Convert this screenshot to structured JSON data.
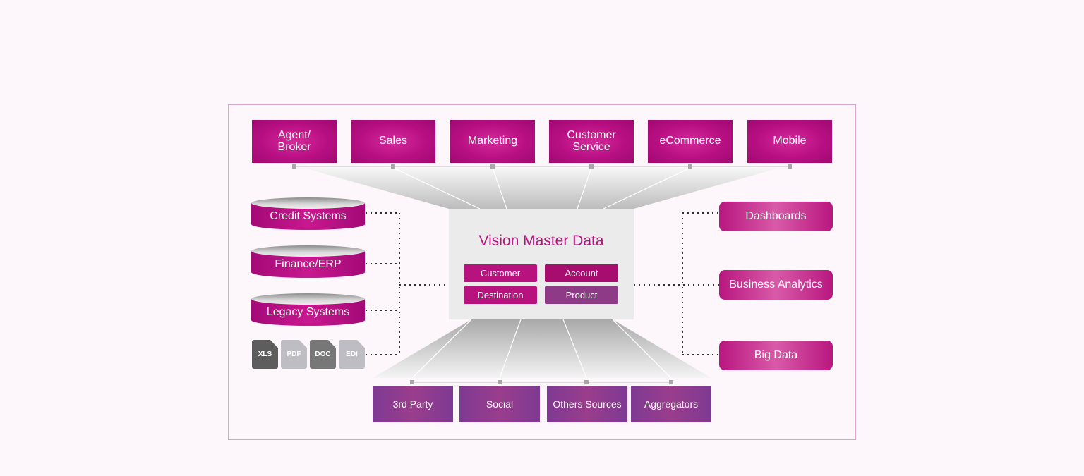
{
  "diagram": {
    "top_channels": [
      "Agent/\nBroker",
      "Sales",
      "Marketing",
      "Customer\nService",
      "eCommerce",
      "Mobile"
    ],
    "left_sources": [
      "Credit Systems",
      "Finance/ERP",
      "Legacy Systems"
    ],
    "file_types": [
      "XLS",
      "PDF",
      "DOC",
      "EDI"
    ],
    "core": {
      "title": "Vision Master Data",
      "entities": [
        "Customer",
        "Account",
        "Destination",
        "Product"
      ]
    },
    "right_outputs": [
      "Dashboards",
      "Business Analytics",
      "Big Data"
    ],
    "bottom_sources": [
      "3rd Party",
      "Social",
      "Others Sources",
      "Aggregators"
    ]
  },
  "colors": {
    "brand_magenta": "#b80f83",
    "brand_purple": "#7e3a93",
    "core_gray": "#ebebeb",
    "frame_border": "#dba6cf",
    "background": "#fdf6fb"
  }
}
